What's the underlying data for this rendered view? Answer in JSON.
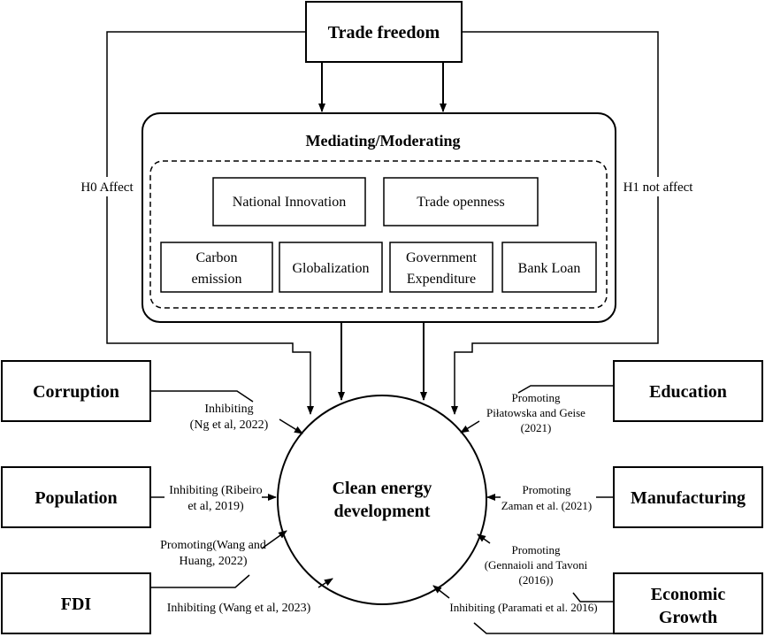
{
  "diagram": {
    "top_box": "Trade freedom",
    "mediating_title": "Mediating/Moderating",
    "h0_label": "H0 Affect",
    "h1_label": "H1 not affect",
    "mediators": {
      "national_innovation": "National Innovation",
      "trade_openness": "Trade openness",
      "carbon": [
        "Carbon",
        "emission"
      ],
      "globalization": "Globalization",
      "government": [
        "Government",
        "Expenditure"
      ],
      "bank_loan": "Bank Loan"
    },
    "center": [
      "Clean energy",
      "development"
    ],
    "left_factors": {
      "corruption": "Corruption",
      "population": "Population",
      "fdi": "FDI"
    },
    "right_factors": {
      "education": "Education",
      "manufacturing": "Manufacturing",
      "economic_growth": [
        "Economic",
        "Growth"
      ]
    },
    "edge_labels": {
      "corruption": [
        "Inhibiting",
        "(Ng et al, 2022)"
      ],
      "population": [
        "Inhibiting (Ribeiro",
        "et al, 2019)"
      ],
      "fdi_promoting": [
        "Promoting(Wang and",
        "Huang, 2022)"
      ],
      "fdi_inhibiting": "Inhibiting (Wang et al, 2023)",
      "education": [
        "Promoting",
        "Piłatowska and Geise",
        "(2021)"
      ],
      "manufacturing": [
        "Promoting",
        "Zaman et al. (2021)"
      ],
      "growth_promoting": [
        "Promoting",
        "(Gennaioli and Tavoni",
        "(2016))"
      ],
      "growth_inhibiting": "Inhibiting (Paramati et al. 2016)"
    }
  }
}
